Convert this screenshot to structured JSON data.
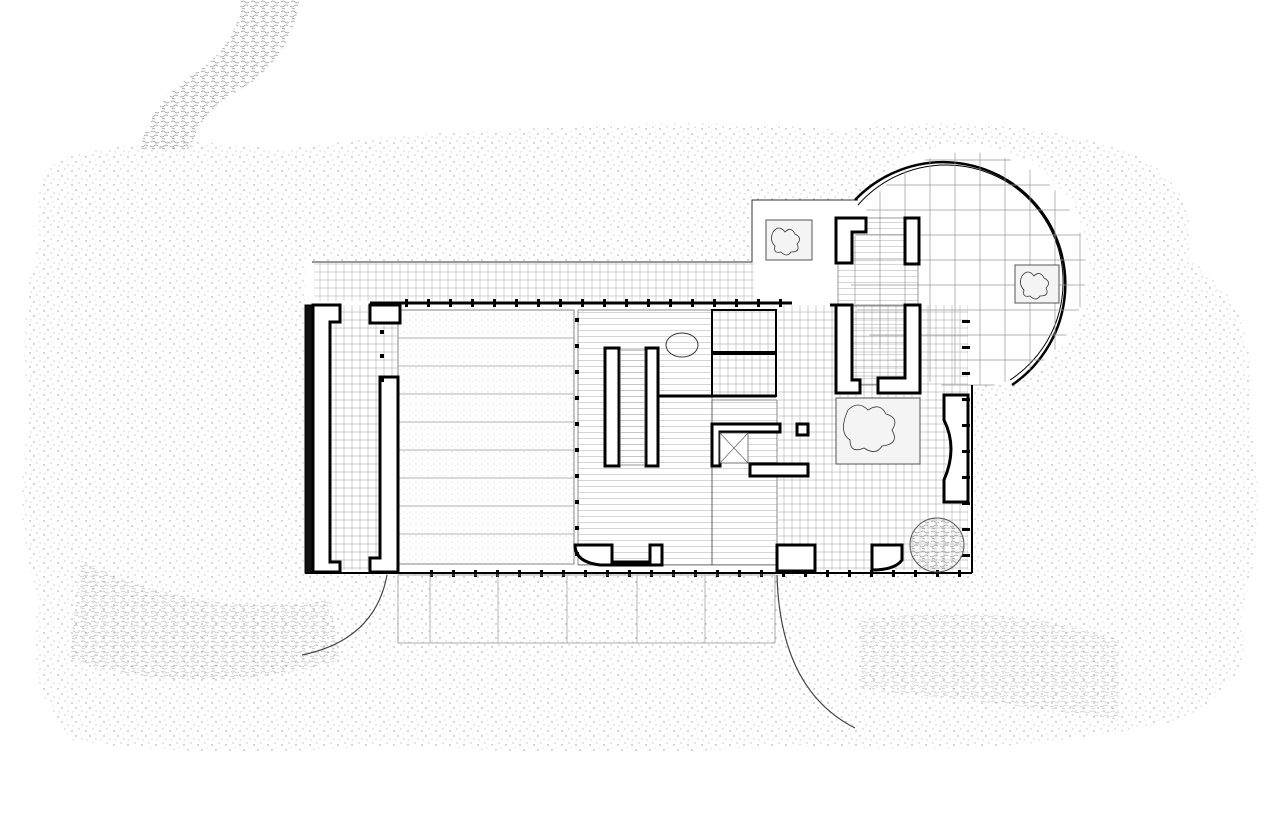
{
  "drawing": {
    "type": "architectural floor plan",
    "text_labels": []
  },
  "colors": {
    "background": "#ffffff",
    "ground_stipple": "#bdbdbd",
    "wall": "#000000",
    "paving_grid": "#999999",
    "deck_hatch": "#777777"
  },
  "elements": {
    "ground": "stippled-landscape",
    "path": "vermiculated-path",
    "terrace": "circular-terrace",
    "pool": "swimming-pool",
    "stairs": "stair-flights",
    "planters": [
      "planter-upper",
      "planter-terrace",
      "planter-courtyard",
      "planter-round"
    ]
  }
}
